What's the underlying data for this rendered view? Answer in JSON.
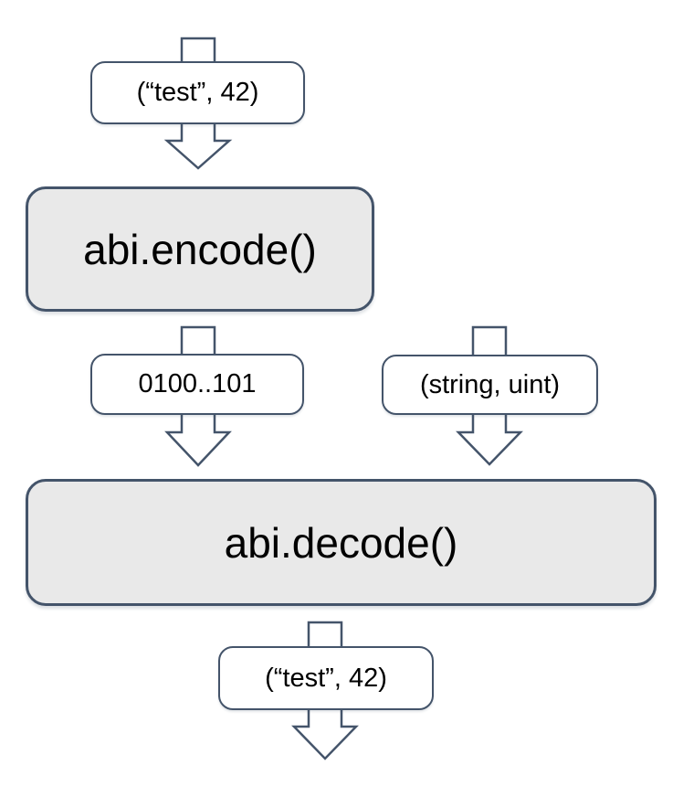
{
  "diagram": {
    "type": "flowchart",
    "background": "#ffffff",
    "outline_color": "#44546a",
    "function_box_fill": "#e9e9e9",
    "value_pill_fill": "#ffffff",
    "text_color": "#000000",
    "arrow_icon": "down-block-arrow",
    "nodes": {
      "input_value": "(“test”, 42)",
      "encode_function": "abi.encode()",
      "encoded_bytes": "0100..101",
      "type_signature": "(string, uint)",
      "decode_function": "abi.decode()",
      "decoded_value": "(“test”, 42)"
    },
    "flow": [
      "input_value -> encode_function",
      "encode_function -> encoded_bytes",
      "encoded_bytes -> decode_function",
      "type_signature -> decode_function",
      "decode_function -> decoded_value"
    ]
  }
}
